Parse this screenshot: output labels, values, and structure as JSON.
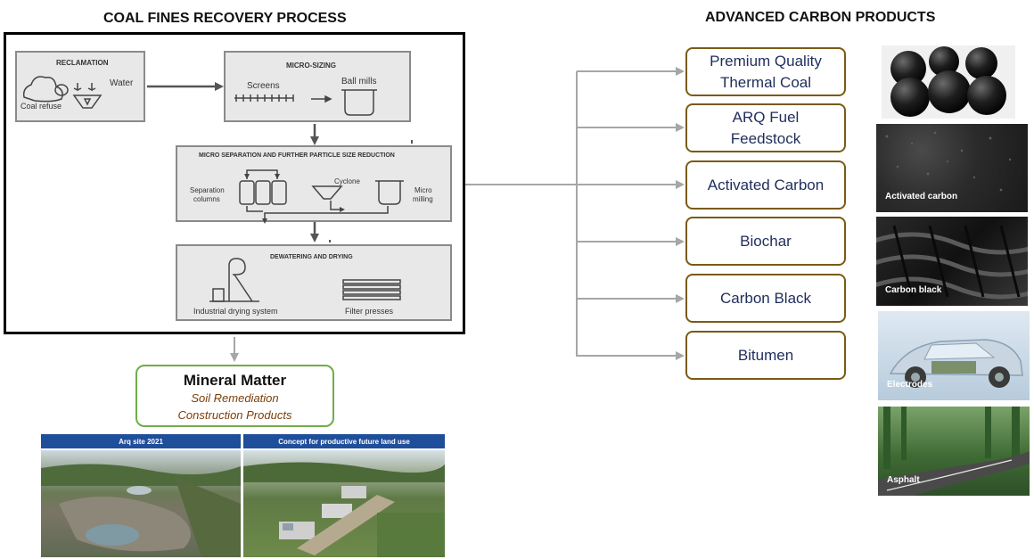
{
  "headers": {
    "left": "COAL FINES RECOVERY PROCESS",
    "right": "ADVANCED CARBON PRODUCTS"
  },
  "process": {
    "reclamation": {
      "title": "RECLAMATION",
      "water": "Water",
      "coal_refuse": "Coal refuse"
    },
    "micro_sizing": {
      "title": "MICRO-SIZING",
      "screens": "Screens",
      "ball_mills": "Ball mills"
    },
    "micro_separation": {
      "title": "MICRO SEPARATION AND FURTHER PARTICLE SIZE REDUCTION",
      "separation_line1": "Separation",
      "separation_line2": "columns",
      "cyclone": "Cyclone",
      "micro_line1": "Micro",
      "micro_line2": "milling"
    },
    "dewatering": {
      "title": "DEWATERING AND DRYING",
      "drying_system": "Industrial drying system",
      "filter_presses": "Filter presses"
    }
  },
  "mineral": {
    "title": "Mineral Matter",
    "line1": "Soil Remediation",
    "line2": "Construction Products"
  },
  "site_images": {
    "left_caption": "Arq site 2021",
    "right_caption": "Concept for productive future land use"
  },
  "products": [
    {
      "line1": "Premium Quality",
      "line2": "Thermal Coal"
    },
    {
      "line1": "ARQ Fuel",
      "line2": "Feedstock"
    },
    {
      "line1": "Activated Carbon",
      "line2": ""
    },
    {
      "line1": "Biochar",
      "line2": ""
    },
    {
      "line1": "Carbon Black",
      "line2": ""
    },
    {
      "line1": "Bitumen",
      "line2": ""
    }
  ],
  "photos": {
    "activated": "Activated carbon",
    "carbon_black": "Carbon black",
    "electrodes": "Electrodes",
    "asphalt": "Asphalt"
  },
  "colors": {
    "product_border": "#7a5a14",
    "product_text": "#1f2d5c",
    "mineral_border": "#70ad47",
    "mineral_sub": "#7a3e0a",
    "connector": "#a6a6a6",
    "site_bar": "#1f4e9a"
  }
}
